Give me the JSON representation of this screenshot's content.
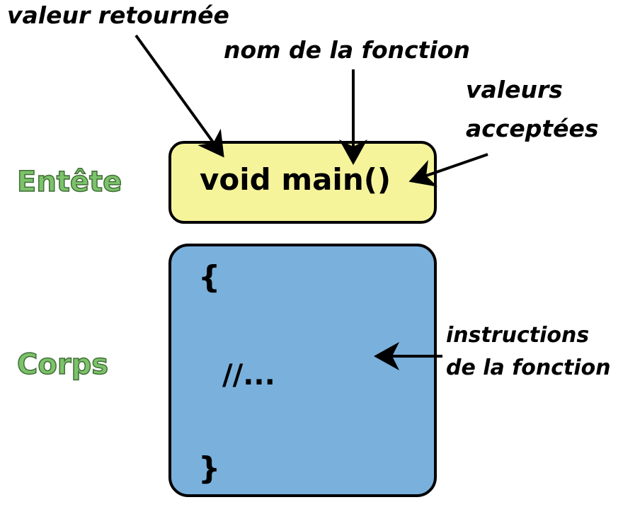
{
  "annotations": {
    "return_value": "valeur retournée",
    "function_name": "nom de la fonction",
    "accepted_values_line1": "valeurs",
    "accepted_values_line2": "acceptées",
    "instructions_line1": "instructions",
    "instructions_line2": "de la fonction"
  },
  "section_labels": {
    "header": "Entête",
    "body": "Corps"
  },
  "code": {
    "signature": "void main()",
    "open_brace": "{",
    "comment": "//...",
    "close_brace": "}"
  },
  "colors": {
    "header_fill": "#f6f49b",
    "body_fill": "#7ab0dc",
    "label_green": "#7cc26a",
    "outline": "#000000"
  }
}
